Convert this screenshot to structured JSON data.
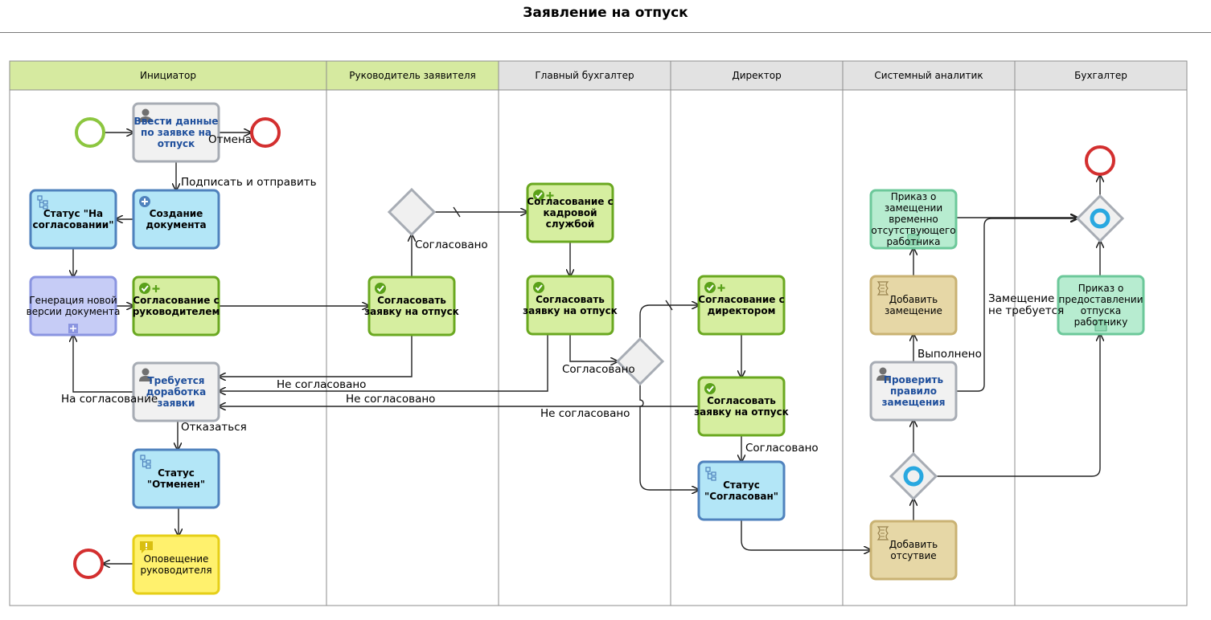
{
  "title": "Заявление на отпуск",
  "lanes": [
    {
      "id": "initiator",
      "label": "Инициатор",
      "header_color": "#d6eaa0"
    },
    {
      "id": "manager",
      "label": "Руководитель заявителя",
      "header_color": "#d6eaa0"
    },
    {
      "id": "chief_accountant",
      "label": "Главный бухгалтер",
      "header_color": "#e2e2e2"
    },
    {
      "id": "director",
      "label": "Директор",
      "header_color": "#e2e2e2"
    },
    {
      "id": "analyst",
      "label": "Системный аналитик",
      "header_color": "#e2e2e2"
    },
    {
      "id": "accountant",
      "label": "Бухгалтер",
      "header_color": "#e2e2e2"
    }
  ],
  "nodes": [
    {
      "id": "enter_data",
      "kind": "user-task",
      "lines": [
        "Ввести данные",
        "по заявке на",
        "отпуск"
      ]
    },
    {
      "id": "create_doc",
      "kind": "service-task",
      "lines": [
        "Создание",
        "документа"
      ]
    },
    {
      "id": "status_approval",
      "kind": "status-task",
      "lines": [
        "Статус \"На",
        "согласовании\""
      ]
    },
    {
      "id": "gen_version",
      "kind": "subprocess",
      "lines": [
        "Генерация новой",
        "версии документа"
      ]
    },
    {
      "id": "approval_manager",
      "kind": "approval-task",
      "lines": [
        "Согласование с",
        "руководителем"
      ]
    },
    {
      "id": "rework",
      "kind": "user-task",
      "lines": [
        "Требуется",
        "доработка",
        "заявки"
      ]
    },
    {
      "id": "status_cancel",
      "kind": "status-task",
      "lines": [
        "Статус",
        "\"Отменен\""
      ]
    },
    {
      "id": "notify_manager",
      "kind": "notification",
      "lines": [
        "Оповещение",
        "руководителя"
      ]
    },
    {
      "id": "approve_mgr",
      "kind": "approve-task",
      "lines": [
        "Согласовать",
        "заявку на отпуск"
      ]
    },
    {
      "id": "approval_hr",
      "kind": "approval-task",
      "lines": [
        "Согласование с",
        "кадровой",
        "службой"
      ]
    },
    {
      "id": "approve_chief",
      "kind": "approve-task",
      "lines": [
        "Согласовать",
        "заявку на отпуск"
      ]
    },
    {
      "id": "approval_director",
      "kind": "approval-task",
      "lines": [
        "Согласование с",
        "директором"
      ]
    },
    {
      "id": "approve_director",
      "kind": "approve-task",
      "lines": [
        "Согласовать",
        "заявку на отпуск"
      ]
    },
    {
      "id": "status_approved",
      "kind": "status-task",
      "lines": [
        "Статус",
        "\"Согласован\""
      ]
    },
    {
      "id": "order_replacement",
      "kind": "document-task",
      "lines": [
        "Приказ о",
        "замещении",
        "временно",
        "отсутствующего",
        "работника"
      ]
    },
    {
      "id": "add_replacement",
      "kind": "script-task",
      "lines": [
        "Добавить",
        "замещение"
      ]
    },
    {
      "id": "check_rule",
      "kind": "user-task",
      "lines": [
        "Проверить",
        "правило",
        "замещения"
      ]
    },
    {
      "id": "add_absence",
      "kind": "script-task",
      "lines": [
        "Добавить",
        "отсутвие"
      ]
    },
    {
      "id": "order_vacation",
      "kind": "document-task",
      "lines": [
        "Приказ о",
        "предоставлении",
        "отпуска",
        "работнику"
      ]
    }
  ],
  "edge_labels": {
    "cancel": "Отмена",
    "sign_send": "Подписать и отправить",
    "agreed_mgr": "Согласовано",
    "not_agreed_1": "Не согласовано",
    "not_agreed_2": "Не согласовано",
    "not_agreed_3": "Не согласовано",
    "on_approval": "На согласование",
    "refuse": "Отказаться",
    "agreed_chief": "Согласовано",
    "agreed_director": "Согласовано",
    "done": "Выполнено",
    "no_replacement": "Замещение не требуется"
  },
  "colors": {
    "green_fill": "#d6eea0",
    "green_stroke": "#6aa820",
    "blue_fill": "#b3e6f7",
    "blue_stroke": "#4f82bd",
    "grey_fill": "#f1f1f1",
    "grey_stroke": "#a7acb4",
    "violet_fill": "#c6ccf6",
    "violet_stroke": "#8a94e0",
    "teal_fill": "#b7ecd0",
    "teal_stroke": "#6cc89a",
    "tan_fill": "#e6d7a6",
    "tan_stroke": "#c9b273",
    "yellow_fill": "#fff16d",
    "yellow_stroke": "#e6cf18",
    "start_event": "#8cc63f",
    "end_event": "#d32f2f",
    "gateway_circle": "#29a8e0"
  }
}
